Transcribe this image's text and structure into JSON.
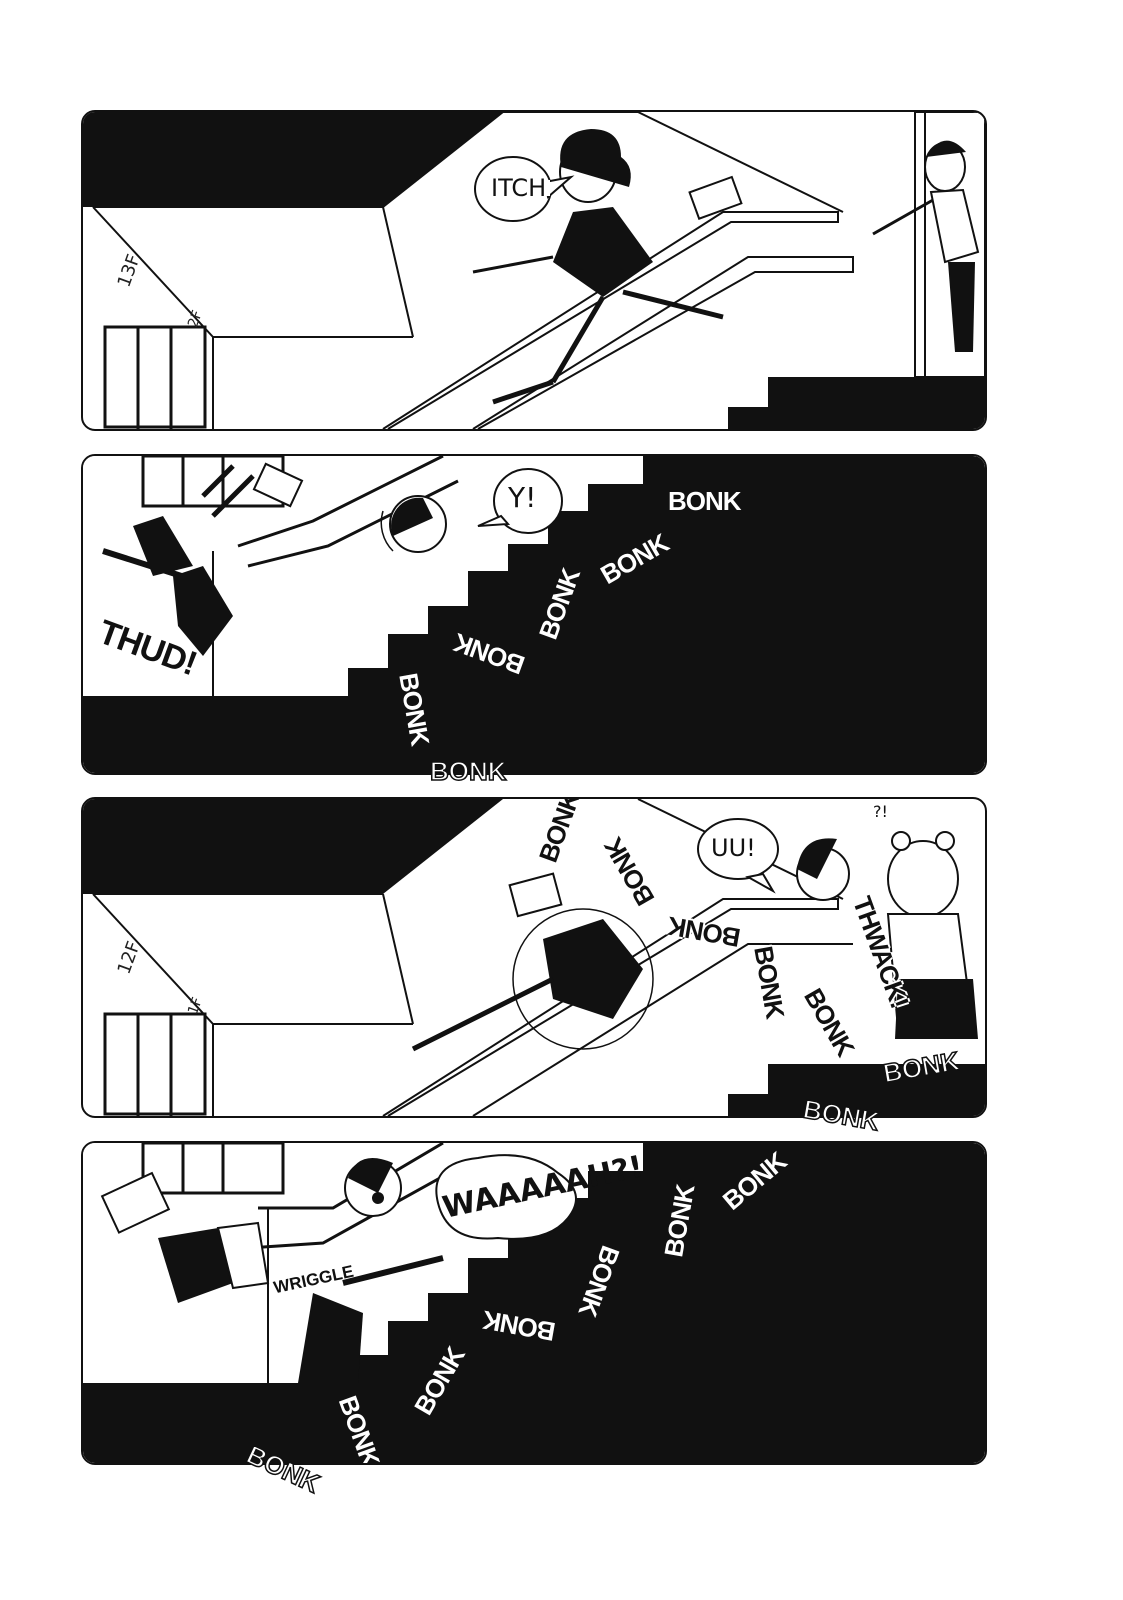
{
  "panel1": {
    "speech": "ITCH",
    "floor_main": "13F",
    "floor_sign": "2F"
  },
  "panel2": {
    "speech": "Y!",
    "sfx_thud": "THUD!",
    "sfx_bonks": [
      "BONK",
      "BONK",
      "BONK",
      "BONK",
      "BONK",
      "BONK"
    ]
  },
  "panel3": {
    "speech": "UU!",
    "reaction": "?!",
    "floor_main": "12F",
    "floor_sign": "1F",
    "sfx_thwack": "THWACK!",
    "sfx_bonks": [
      "BONK",
      "BONK",
      "BONK",
      "BONK",
      "BONK",
      "BONK",
      "BONK"
    ]
  },
  "panel4": {
    "speech": "WAAAAAH?!",
    "sfx_wriggle": "WRIGGLE",
    "sfx_bonks": [
      "BONK",
      "BONK",
      "BONK",
      "BONK",
      "BONK",
      "BONK",
      "BONK"
    ]
  }
}
